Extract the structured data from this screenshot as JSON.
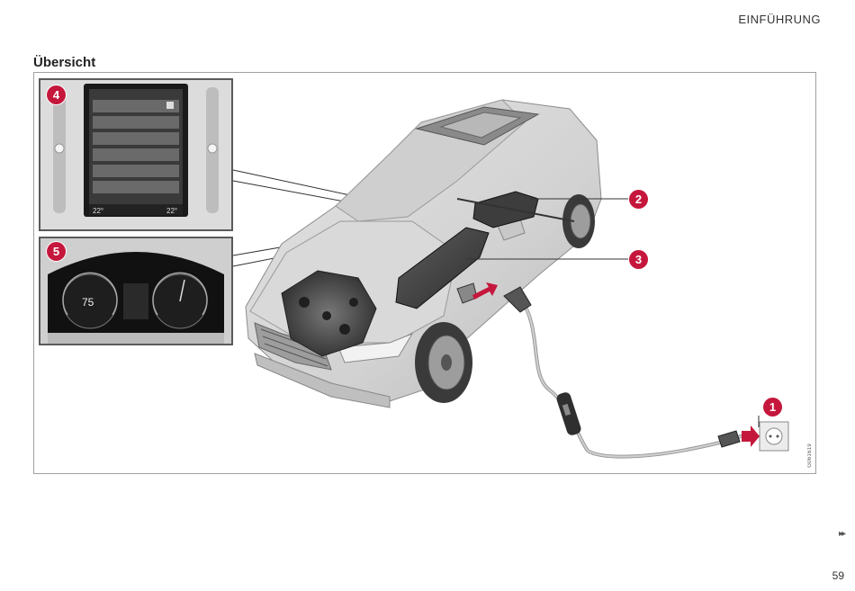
{
  "header": {
    "section": "EINFÜHRUNG",
    "heading": "Übersicht"
  },
  "figure": {
    "code": "G061619",
    "callouts": [
      "1",
      "2",
      "3",
      "4",
      "5"
    ],
    "colors": {
      "callout": "#c5173c",
      "frame": "#a0a0a0"
    }
  },
  "cluster": {
    "speed": "75"
  },
  "center_display": {
    "temp_left": "22°",
    "temp_right": "22°"
  },
  "footer": {
    "continue_icon": "▸▸",
    "page_number": "59"
  }
}
